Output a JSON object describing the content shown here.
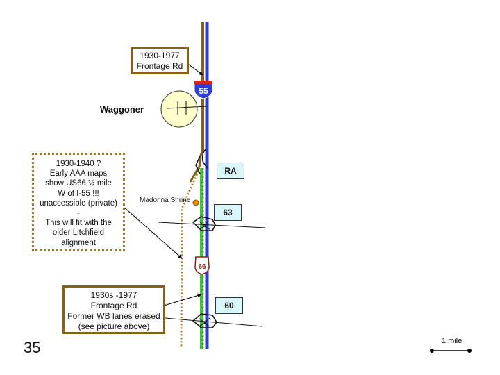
{
  "map": {
    "city": "Waggoner",
    "landmark": "Madonna Shrine",
    "page_number": "35",
    "scale_label": "1 mile",
    "interstate_shield": "55",
    "route_shield": "66",
    "exits": [
      {
        "label": "RA"
      },
      {
        "label": "63"
      },
      {
        "label": "60"
      }
    ],
    "callouts": {
      "frontage_1930_1977": [
        "1930-1977",
        "Frontage Rd"
      ],
      "early_alignment": [
        "1930-1940 ?",
        "Early AAA maps",
        "show US66 ½ mile",
        "W of I-55 !!!",
        "unaccessible (private)",
        "-",
        "This will fit with the",
        "older Litchfield",
        "alignment"
      ],
      "frontage_1930s_1977": [
        "1930s -1977",
        "Frontage Rd",
        "Former WB lanes erased",
        "(see picture above)"
      ]
    },
    "colors": {
      "interstate": "#2b3fd6",
      "route66": "#33cc33",
      "frontage": "#8a6012",
      "old_alignment": "#a07820",
      "exit_fill": "#d9f6fb",
      "city_fill": "#ffffcc",
      "shrine": "#f08c00"
    }
  }
}
